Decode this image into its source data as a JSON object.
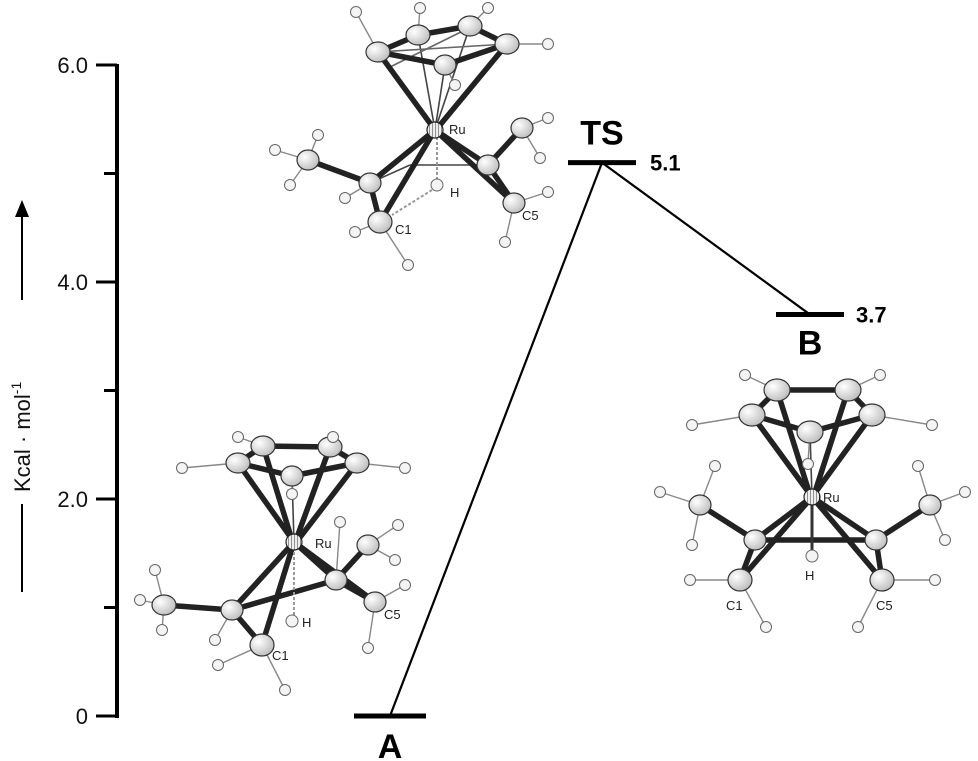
{
  "chart_data": {
    "type": "line",
    "y_axis": {
      "label": "Kcal · mol",
      "label_superscript": "-1",
      "range": [
        0,
        6.0
      ],
      "ticks": [
        0,
        1.0,
        2.0,
        3.0,
        4.0,
        5.0,
        6.0
      ],
      "tick_labels": [
        "0",
        "",
        "2.0",
        "",
        "4.0",
        "",
        "6.0"
      ]
    },
    "states": [
      {
        "name": "A",
        "energy": 0,
        "value_label": ""
      },
      {
        "name": "TS",
        "energy": 5.1,
        "value_label": "5.1"
      },
      {
        "name": "B",
        "energy": 3.7,
        "value_label": "3.7"
      }
    ],
    "connections": [
      [
        "A",
        "TS"
      ],
      [
        "TS",
        "B"
      ]
    ]
  },
  "molecules": {
    "ts": {
      "atom_labels": {
        "ru": "Ru",
        "h": "H",
        "c1": "C1",
        "c5": "C5"
      }
    },
    "a": {
      "atom_labels": {
        "ru": "Ru",
        "h": "H",
        "c1": "C1",
        "c5": "C5"
      }
    },
    "b": {
      "atom_labels": {
        "ru": "Ru",
        "h": "H",
        "c1": "C1",
        "c5": "C5"
      }
    }
  }
}
